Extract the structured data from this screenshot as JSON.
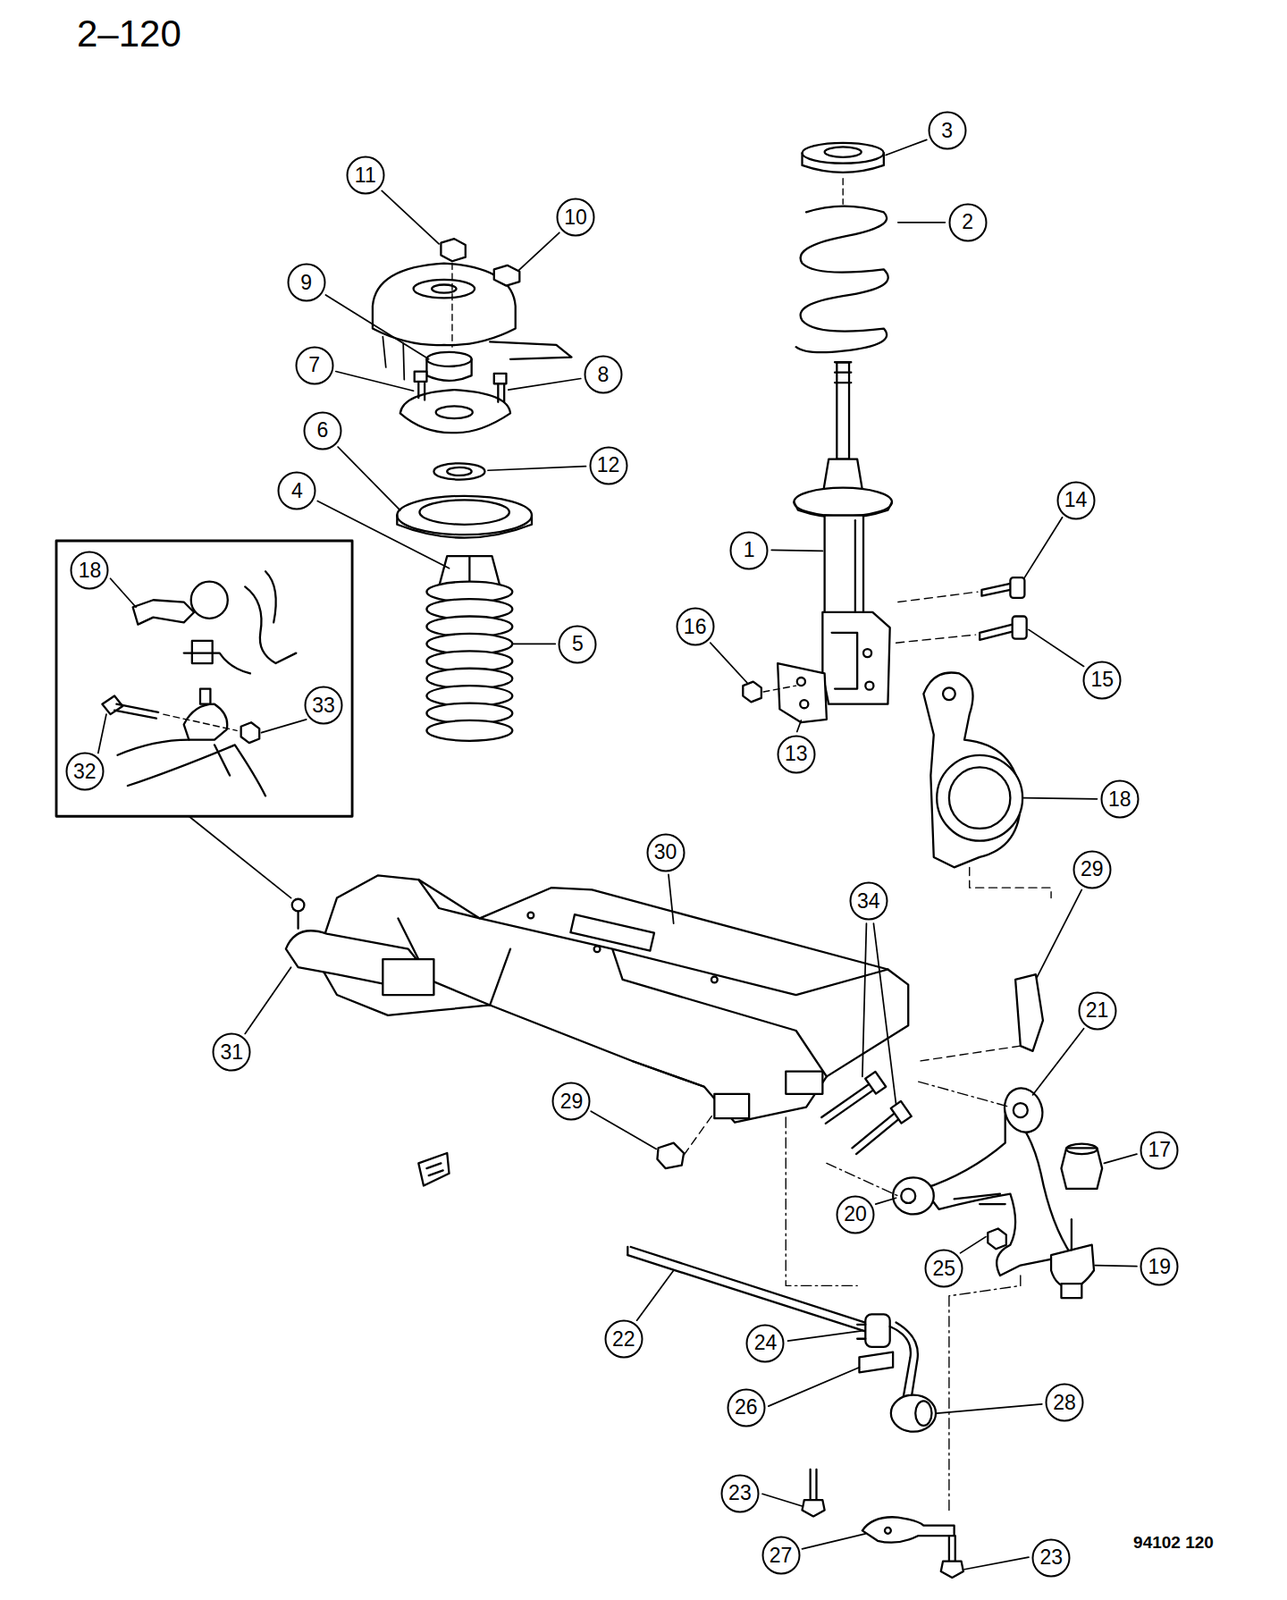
{
  "diagram": {
    "title": "2–120",
    "caption": "94102 120",
    "nodes": [
      {
        "text": [
          "3"
        ]
      },
      {
        "text": [
          "11"
        ]
      },
      {
        "text": [
          "10"
        ]
      },
      {
        "text": [
          "2"
        ]
      },
      {
        "text": [
          "9"
        ]
      },
      {
        "text": [
          "7"
        ]
      },
      {
        "text": [
          "8"
        ]
      },
      {
        "text": [
          "6"
        ]
      },
      {
        "text": [
          "12"
        ]
      },
      {
        "text": [
          "4"
        ]
      },
      {
        "text": [
          "14"
        ]
      },
      {
        "text": [
          "1"
        ]
      },
      {
        "text": [
          "18"
        ]
      },
      {
        "text": [
          "16"
        ]
      },
      {
        "text": [
          "5"
        ]
      },
      {
        "text": [
          "15"
        ]
      },
      {
        "text": [
          "33"
        ]
      },
      {
        "text": [
          "13"
        ]
      },
      {
        "text": [
          "32"
        ]
      },
      {
        "text": [
          "18"
        ]
      },
      {
        "text": [
          "30"
        ]
      },
      {
        "text": [
          "29"
        ]
      },
      {
        "text": [
          "34"
        ]
      },
      {
        "text": [
          "21"
        ]
      },
      {
        "text": [
          "31"
        ]
      },
      {
        "text": [
          "29"
        ]
      },
      {
        "text": [
          "17"
        ]
      },
      {
        "text": [
          "20"
        ]
      },
      {
        "text": [
          "19"
        ]
      },
      {
        "text": [
          "25"
        ]
      },
      {
        "text": [
          "22"
        ]
      },
      {
        "text": [
          "24"
        ]
      },
      {
        "text": [
          "28"
        ]
      },
      {
        "text": [
          "26"
        ]
      },
      {
        "text": [
          "23"
        ]
      },
      {
        "text": [
          "27"
        ]
      },
      {
        "text": [
          "23"
        ]
      }
    ]
  }
}
